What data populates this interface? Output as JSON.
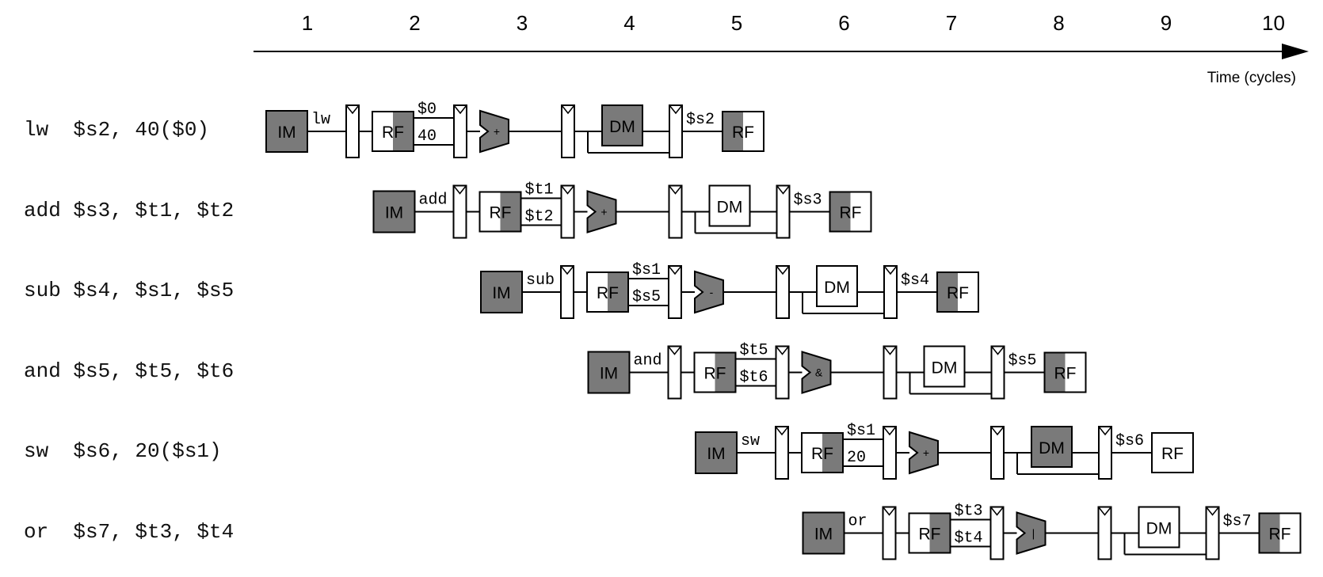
{
  "time_axis": {
    "cycles": [
      "1",
      "2",
      "3",
      "4",
      "5",
      "6",
      "7",
      "8",
      "9",
      "10"
    ],
    "label": "Time (cycles)"
  },
  "colors": {
    "shaded": "#7a7a7a",
    "stroke": "#000000",
    "background": "#ffffff"
  },
  "block_labels": {
    "im": "IM",
    "rf": "RF",
    "dm": "DM"
  },
  "instructions": [
    {
      "text": "lw  $s2, 40($0)",
      "mnemonic": "lw",
      "src1": "$0",
      "src2": "40",
      "alu": "+",
      "dest": "$s2",
      "dm_active": true,
      "rf_write": true
    },
    {
      "text": "add $s3, $t1, $t2",
      "mnemonic": "add",
      "src1": "$t1",
      "src2": "$t2",
      "alu": "+",
      "dest": "$s3",
      "dm_active": false,
      "rf_write": true
    },
    {
      "text": "sub $s4, $s1, $s5",
      "mnemonic": "sub",
      "src1": "$s1",
      "src2": "$s5",
      "alu": "-",
      "dest": "$s4",
      "dm_active": false,
      "rf_write": true
    },
    {
      "text": "and $s5, $t5, $t6",
      "mnemonic": "and",
      "src1": "$t5",
      "src2": "$t6",
      "alu": "&",
      "dest": "$s5",
      "dm_active": false,
      "rf_write": true
    },
    {
      "text": "sw  $s6, 20($s1)",
      "mnemonic": "sw",
      "src1": "$s1",
      "src2": "20",
      "alu": "+",
      "dest": "$s6",
      "dm_active": true,
      "rf_write": false
    },
    {
      "text": "or  $s7, $t3, $t4",
      "mnemonic": "or",
      "src1": "$t3",
      "src2": "$t4",
      "alu": "|",
      "dest": "$s7",
      "dm_active": false,
      "rf_write": true
    }
  ]
}
